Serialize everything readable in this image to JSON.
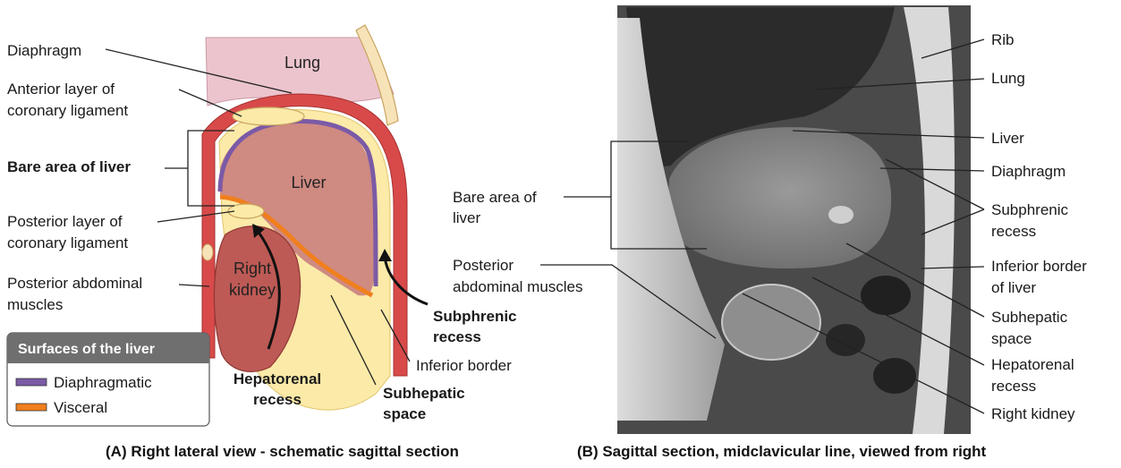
{
  "panel_a": {
    "labels": {
      "diaphragm": "Diaphragm",
      "anterior_layer_1": "Anterior layer of",
      "anterior_layer_2": "coronary ligament",
      "bare_area": "Bare area of liver",
      "posterior_layer_1": "Posterior layer of",
      "posterior_layer_2": "coronary ligament",
      "posterior_muscles_1": "Posterior abdominal",
      "posterior_muscles_2": "muscles",
      "subphrenic_1": "Subphrenic",
      "subphrenic_2": "recess",
      "inferior_border": "Inferior border",
      "hepatorenal_1": "Hepatorenal",
      "hepatorenal_2": "recess",
      "subhepatic_1": "Subhepatic",
      "subhepatic_2": "space"
    },
    "organs": {
      "lung": "Lung",
      "liver": "Liver",
      "kidney_1": "Right",
      "kidney_2": "kidney"
    },
    "legend": {
      "title": "Surfaces of the liver",
      "items": [
        {
          "label": "Diaphragmatic",
          "color": "#7b5aa6"
        },
        {
          "label": "Visceral",
          "color": "#f07f1e"
        }
      ]
    },
    "caption": "(A) Right lateral view - schematic sagittal section"
  },
  "panel_b": {
    "labels": {
      "bare_area_1": "Bare area of",
      "bare_area_2": "liver",
      "posterior_1": "Posterior",
      "posterior_2": "abdominal muscles",
      "rib": "Rib",
      "lung": "Lung",
      "liver": "Liver",
      "diaphragm": "Diaphragm",
      "subphrenic_1": "Subphrenic",
      "subphrenic_2": "recess",
      "inferior_1": "Inferior border",
      "inferior_2": "of liver",
      "subhepatic_1": "Subhepatic",
      "subhepatic_2": "space",
      "hepatorenal_1": "Hepatorenal",
      "hepatorenal_2": "recess",
      "kidney": "Right kidney"
    },
    "caption": "(B) Sagittal section, midclavicular line, viewed from right"
  },
  "colors": {
    "lung": "#ecc4cd",
    "liver": "#cf8a82",
    "kidney": "#bd5a55",
    "diaphragm": "#d84a4a",
    "peritoneum": "#fbeaa8",
    "diaphragmatic_surface": "#7b5aa6",
    "visceral_surface": "#f07f1e",
    "legend_header": "#6f6f6f"
  }
}
